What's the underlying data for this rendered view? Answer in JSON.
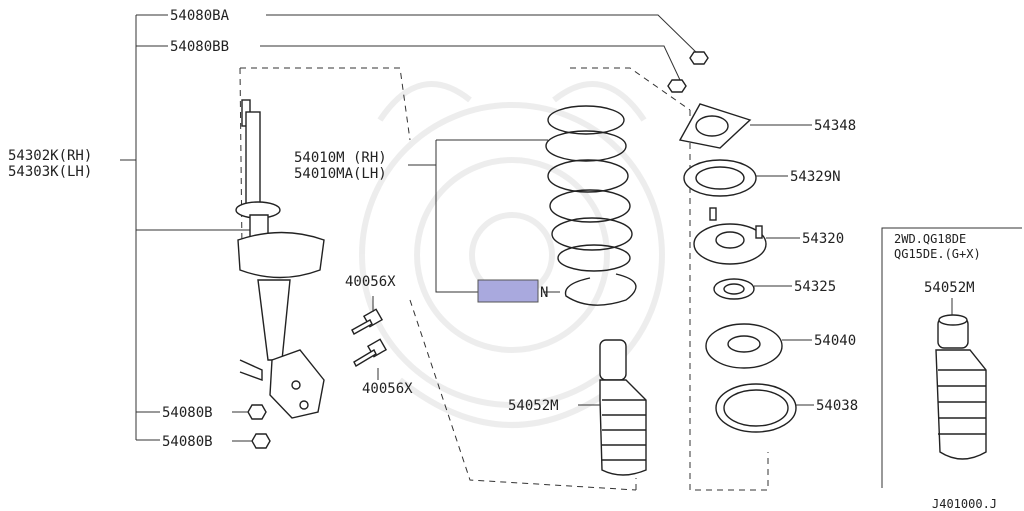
{
  "labels": {
    "bolt_nut_a": "54080BA",
    "bolt_nut_b": "54080BB",
    "strut_rh": "54302K(RH)",
    "strut_lh": "54303K(LH)",
    "spring_rh": "54010M (RH)",
    "spring_lh": "54010MA(LH)",
    "spring_suffix": "N",
    "bolt_upper": "40056X",
    "bolt_lower": "40056X",
    "nut_upper": "54080B",
    "nut_lower": "54080B",
    "top_plate": "54348",
    "insulator_upper": "54329N",
    "mount": "54320",
    "bearing": "54325",
    "seat": "54040",
    "rubber_seat": "54038",
    "bump_stop_center": "54052M",
    "inset_line1": "2WD.QG18DE",
    "inset_line2": "QG15DE.(G+X)",
    "bump_stop_inset": "54052M",
    "diagram_code": "J401000.J"
  },
  "colors": {
    "highlight_box": "#a9a9de",
    "line": "#333333"
  }
}
